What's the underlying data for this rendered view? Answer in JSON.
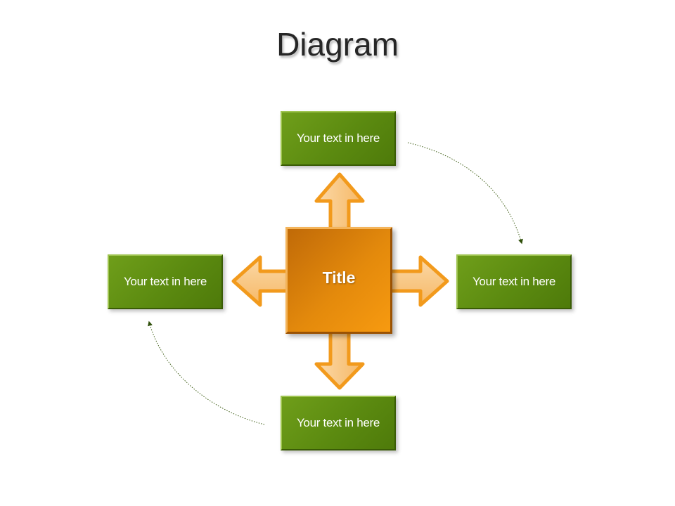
{
  "diagram": {
    "title": "Diagram",
    "center_label": "Title",
    "boxes": {
      "top": "Your text in here",
      "left": "Your text in here",
      "right": "Your text in here",
      "bottom": "Your text in here"
    }
  },
  "colors": {
    "box_green": "#5b8a10",
    "center_orange": "#e48a0c",
    "arrow_fill": "#f9c98a",
    "arrow_stroke": "#f29a1c",
    "connector": "#3a5a10"
  },
  "connectors": [
    {
      "from": "top",
      "to": "right",
      "style": "dotted-curved"
    },
    {
      "from": "bottom",
      "to": "left",
      "style": "dotted-curved"
    }
  ]
}
